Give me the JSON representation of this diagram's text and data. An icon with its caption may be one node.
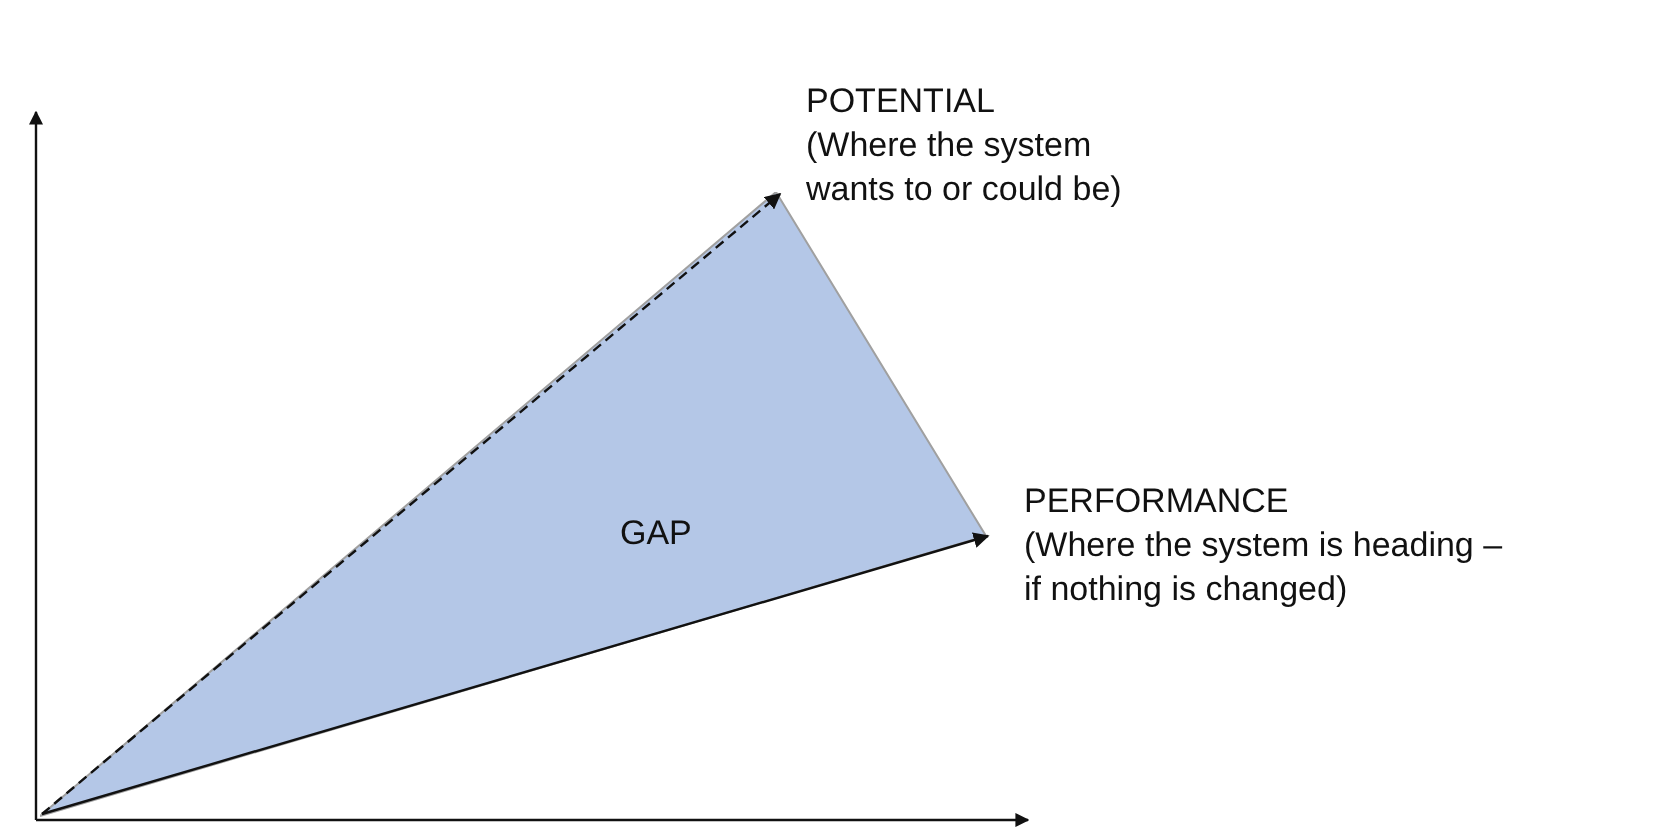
{
  "diagram": {
    "nodes": [
      {
        "text": [
          "GAP"
        ]
      },
      {
        "text": [
          "POTENTIAL",
          "(Where the system wants to or could be)"
        ]
      },
      {
        "text": [
          "PERFORMANCE",
          "(Where the system is heading – if nothing is changed)"
        ]
      }
    ],
    "edges": [
      {
        "from": 0,
        "to": 1,
        "arrow": "to",
        "style": "dashed"
      },
      {
        "from": 0,
        "to": 2,
        "arrow": "to"
      }
    ]
  }
}
